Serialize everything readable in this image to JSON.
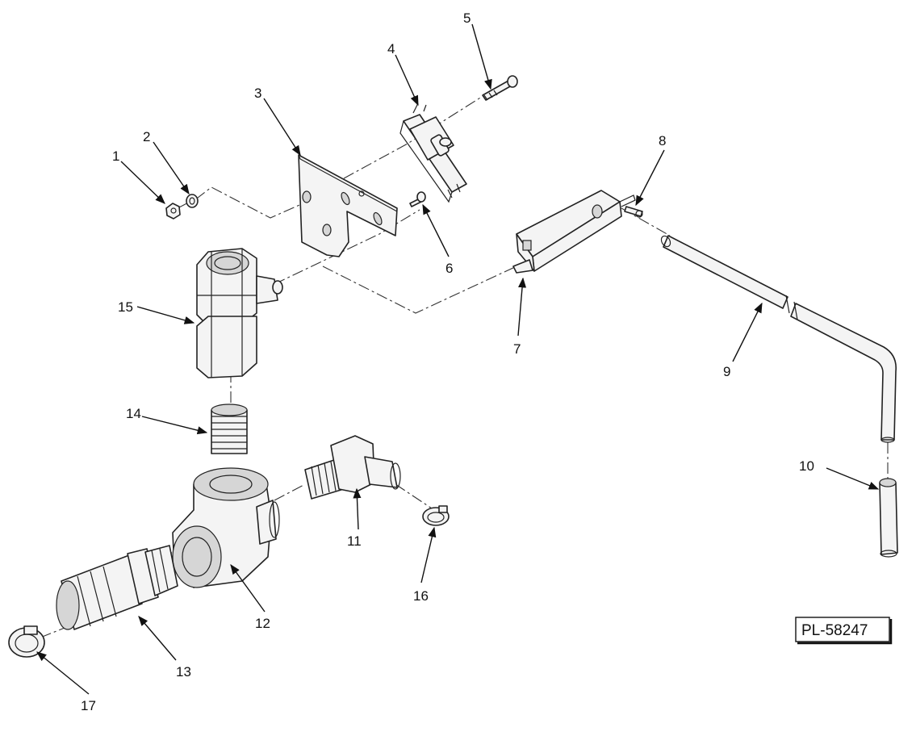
{
  "callouts": [
    "1",
    "2",
    "3",
    "4",
    "5",
    "6",
    "7",
    "8",
    "9",
    "10",
    "11",
    "12",
    "13",
    "14",
    "15",
    "16",
    "17"
  ],
  "reference_number": "PL-58247"
}
